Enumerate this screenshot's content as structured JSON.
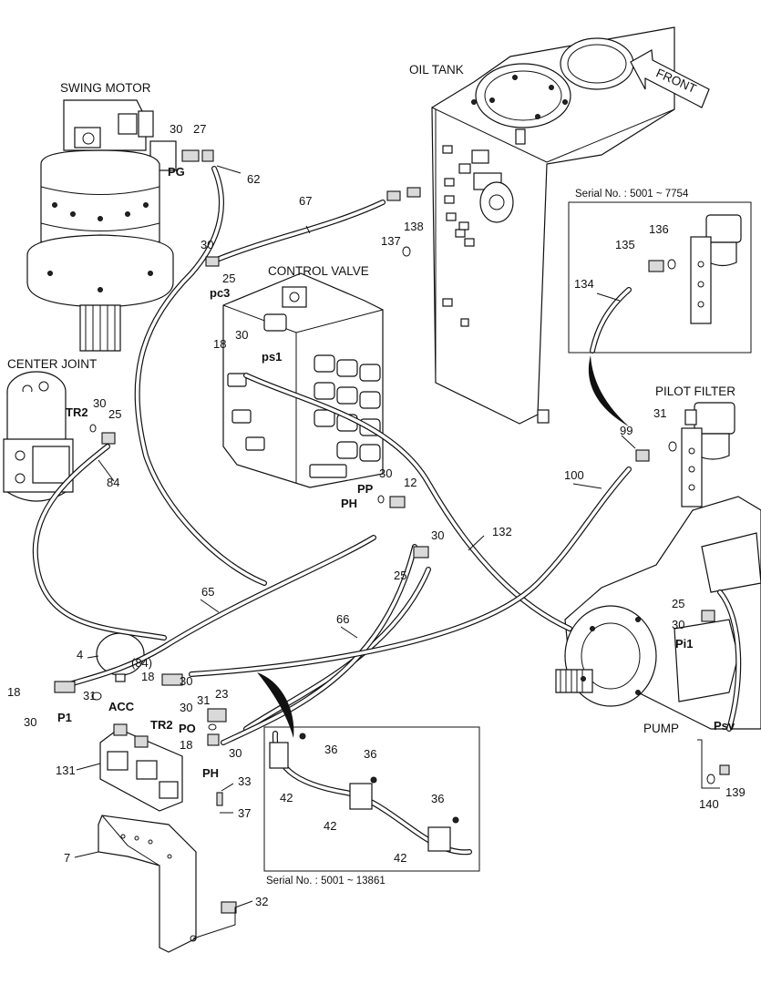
{
  "titles": {
    "swing_motor": "SWING MOTOR",
    "oil_tank": "OIL TANK",
    "control_valve": "CONTROL VALVE",
    "center_joint": "CENTER JOINT",
    "pilot_filter": "PILOT FILTER",
    "pump": "PUMP",
    "front": "FRONT"
  },
  "serials": {
    "inset_top": "Serial No. : 5001 ~ 7754",
    "inset_bottom": "Serial No. : 5001 ~ 13861"
  },
  "ports": {
    "pg": "PG",
    "pc3": "pc3",
    "ps1": "ps1",
    "tr2_cj": "TR2",
    "pp": "PP",
    "ph_cv": "PH",
    "acc": "ACC",
    "p1": "P1",
    "tr2": "TR2",
    "po": "PO",
    "ph": "PH",
    "pi1": "Pi1",
    "psv": "Psv"
  },
  "callouts": {
    "c30a": "30",
    "c27": "27",
    "c62": "62",
    "c67": "67",
    "c138": "138",
    "c137": "137",
    "c30b": "30",
    "c25a": "25",
    "c18a": "18",
    "c30c": "30",
    "c30d": "30",
    "c25b": "25",
    "c84": "84",
    "c30e": "30",
    "c12": "12",
    "c30f": "30",
    "c25c": "25",
    "c132": "132",
    "c65": "65",
    "c66": "66",
    "c4": "4",
    "c84p": "(84)",
    "c18b": "18",
    "c31a": "31",
    "c30g": "30",
    "c18c": "18",
    "c30h": "30",
    "c23": "23",
    "c31b": "31",
    "c30i": "30",
    "c18d": "18",
    "c30j": "30",
    "c131": "131",
    "c33": "33",
    "c37": "37",
    "c7": "7",
    "c32": "32",
    "c36a": "36",
    "c36b": "36",
    "c36c": "36",
    "c42a": "42",
    "c42b": "42",
    "c42c": "42",
    "c136": "136",
    "c135": "135",
    "c134": "134",
    "c31c": "31",
    "c99": "99",
    "c100": "100",
    "c25d": "25",
    "c30k": "30",
    "c139": "139",
    "c140": "140"
  }
}
